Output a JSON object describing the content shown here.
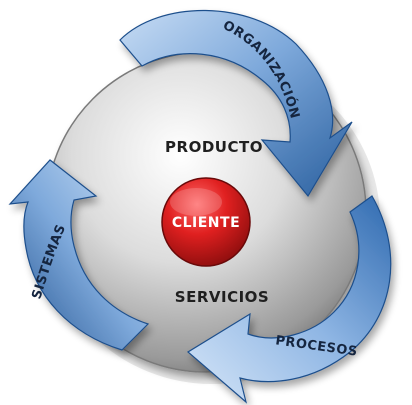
{
  "diagram": {
    "center": {
      "label": "CLIENTE"
    },
    "disc": {
      "top_label": "PRODUCTO",
      "bottom_label": "SERVICIOS"
    },
    "arrows": [
      {
        "label": "ORGANIZACIÓN"
      },
      {
        "label": "PROCESOS"
      },
      {
        "label": "SISTEMAS"
      }
    ],
    "colors": {
      "arrow_light": "#a9c8ec",
      "arrow_dark": "#2a5f9e",
      "disc_light": "#f4f4f4",
      "disc_dark": "#8d8d8d",
      "center_red": "#d81f1f",
      "center_dark": "#8a0d0d"
    }
  }
}
